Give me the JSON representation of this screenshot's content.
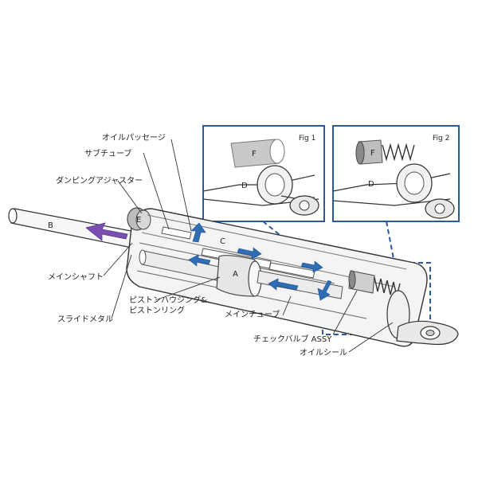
{
  "colors": {
    "outline": "#333333",
    "figure_frame": "#2a5a99",
    "flow_arrow": "#2f6db5",
    "push_arrow": "#7a4fb0",
    "tube_fill": "#f4f4f4",
    "cylinder_fill": "#dcdcdc"
  },
  "figures": {
    "fig1_label": "Fig 1",
    "fig2_label": "Fig 2"
  },
  "letters": {
    "a": "A",
    "b": "B",
    "c": "C",
    "e": "E",
    "d_fig1": "D",
    "f_fig1": "F",
    "d_fig2": "D",
    "f_fig2": "F"
  },
  "labels": {
    "oil_passage": "オイルパッセージ",
    "sub_tube": "サブチューブ",
    "damping_adjuster": "ダンピングアジャスター",
    "main_shaft": "メインシャフト",
    "slide_metal": "スライドメタル",
    "piston_housing_1": "ピストンハウジング&",
    "piston_housing_2": "ピストンリング",
    "main_tube": "メインチューブ",
    "check_valve": "チェックバルブ ASSY",
    "oil_seal": "オイルシール"
  }
}
